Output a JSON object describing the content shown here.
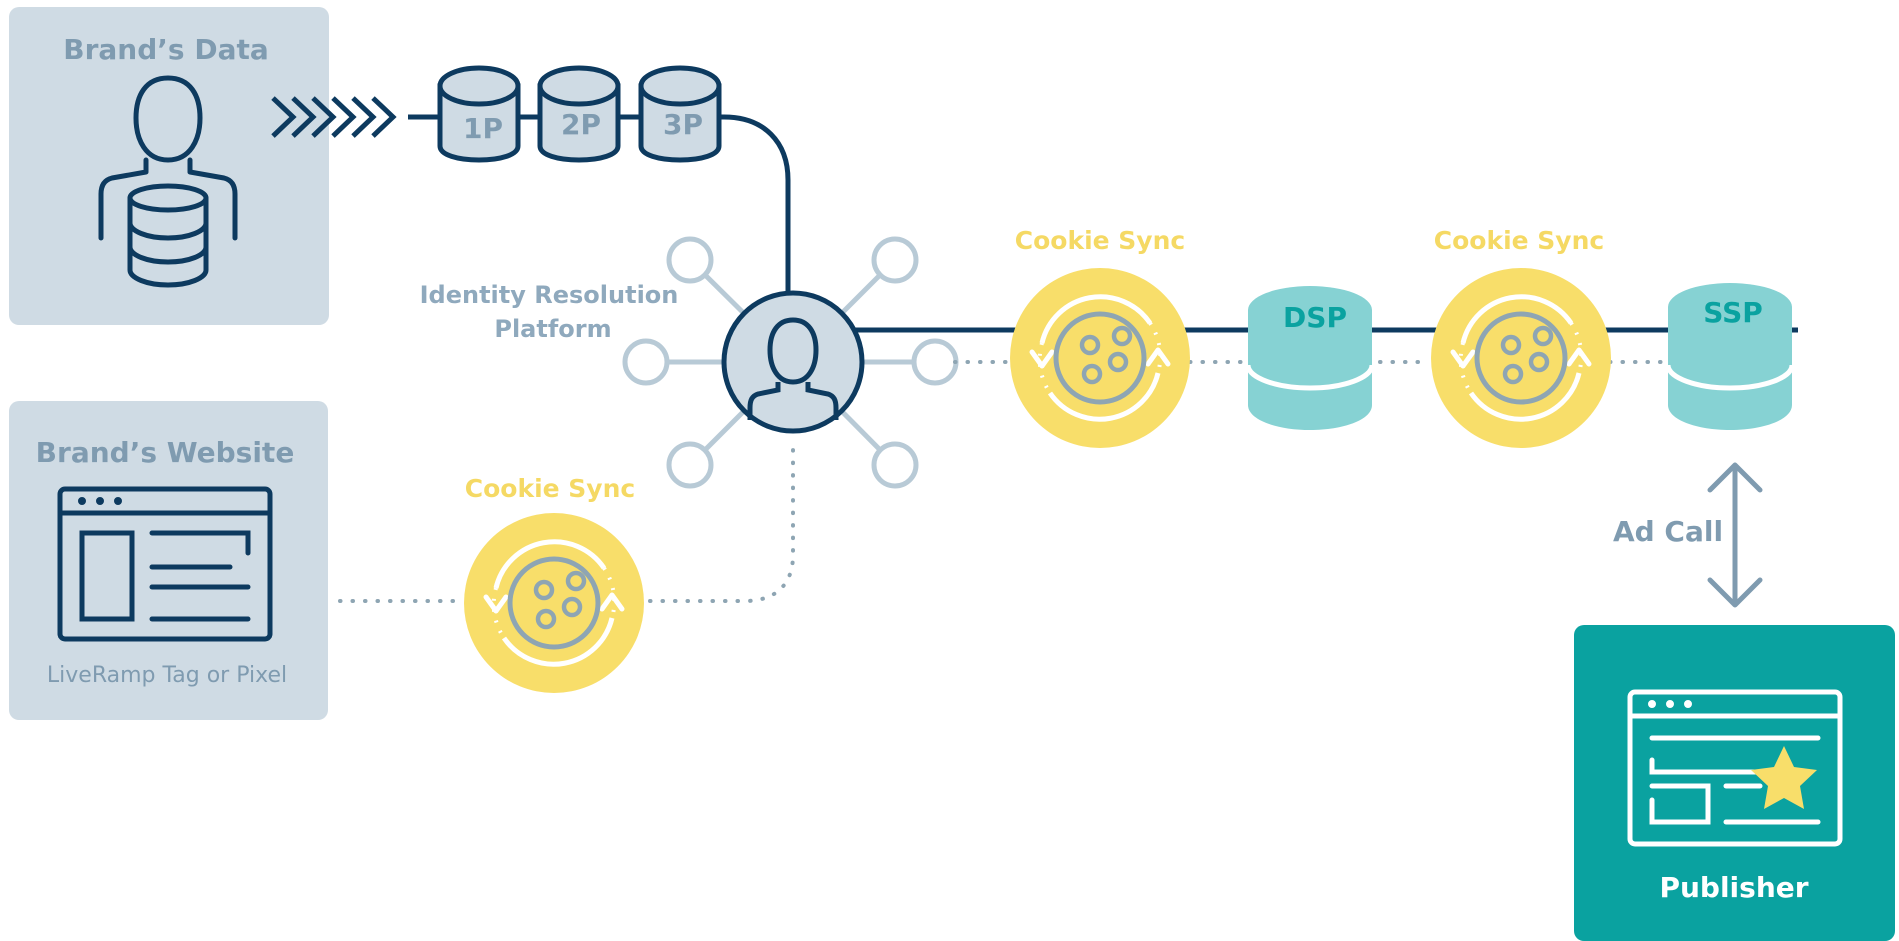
{
  "brand_data": {
    "title": "Brand’s Data"
  },
  "brand_website": {
    "title": "Brand’s Website",
    "caption": "LiveRamp Tag or Pixel"
  },
  "databases": [
    {
      "label": "1P"
    },
    {
      "label": "2P"
    },
    {
      "label": "3P"
    }
  ],
  "identity": {
    "line1": "Identity Resolution",
    "line2": "Platform"
  },
  "cookie_sync": {
    "website": "Cookie Sync",
    "first": "Cookie Sync",
    "second": "Cookie Sync"
  },
  "dsp": {
    "label": "DSP"
  },
  "ssp": {
    "label": "SSP"
  },
  "ad_call": {
    "label": "Ad Call"
  },
  "publisher": {
    "label": "Publisher"
  },
  "colors": {
    "navy": "#0d3a5f",
    "panel": "#cfdbe4",
    "gray_text": "#7f9bb0",
    "yellow": "#f8de6a",
    "teal": "#0aa2a0",
    "db_teal": "#86d2d3",
    "node_ring": "#b8cad6"
  }
}
